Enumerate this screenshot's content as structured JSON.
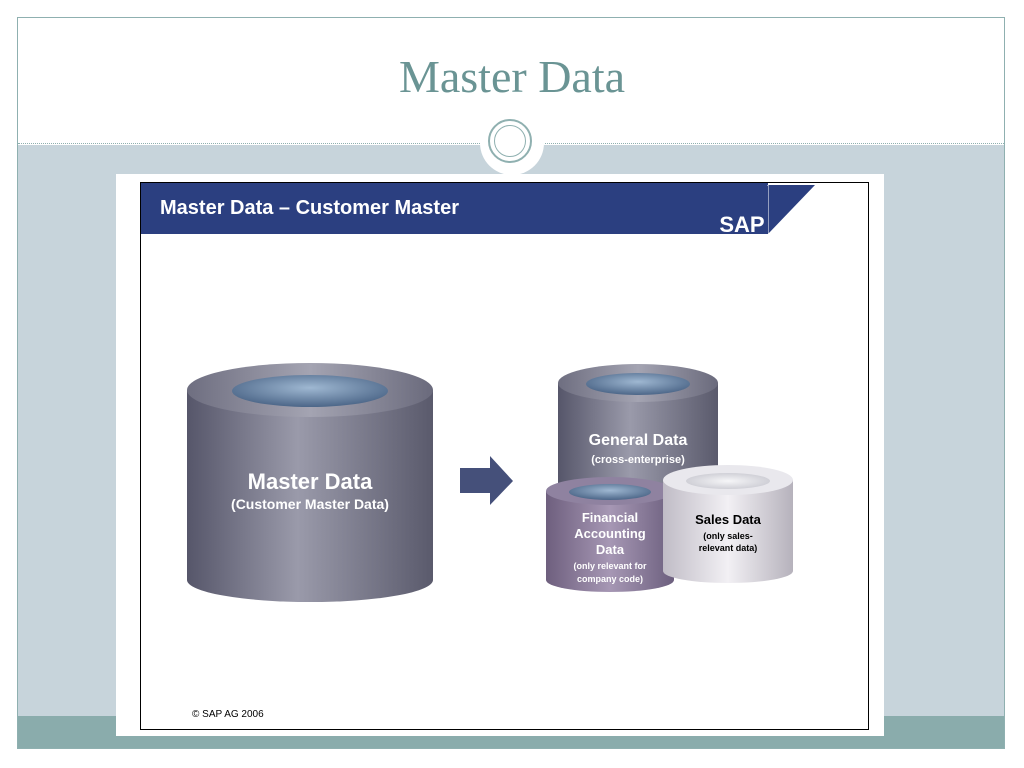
{
  "slide": {
    "title": "Master Data"
  },
  "figure": {
    "header_title": "Master Data – Customer Master",
    "logo_text": "SAP",
    "left_cylinder": {
      "title": "Master Data",
      "subtitle": "(Customer Master Data)"
    },
    "right_group": {
      "general": {
        "title": "General Data",
        "subtitle": "(cross-enterprise)"
      },
      "financial": {
        "line1": "Financial",
        "line2": "Accounting",
        "line3": "Data",
        "note1": "(only relevant for",
        "note2": "company code)"
      },
      "sales": {
        "title": "Sales Data",
        "note1": "(only sales-",
        "note2": "relevant data)"
      }
    },
    "copyright": "© SAP AG 2006"
  },
  "colors": {
    "title": "#6a9494",
    "header_bg": "#2b3f80",
    "content_bg": "#c7d4db",
    "footer_band": "#8aacac",
    "arrow": "#45507a"
  }
}
